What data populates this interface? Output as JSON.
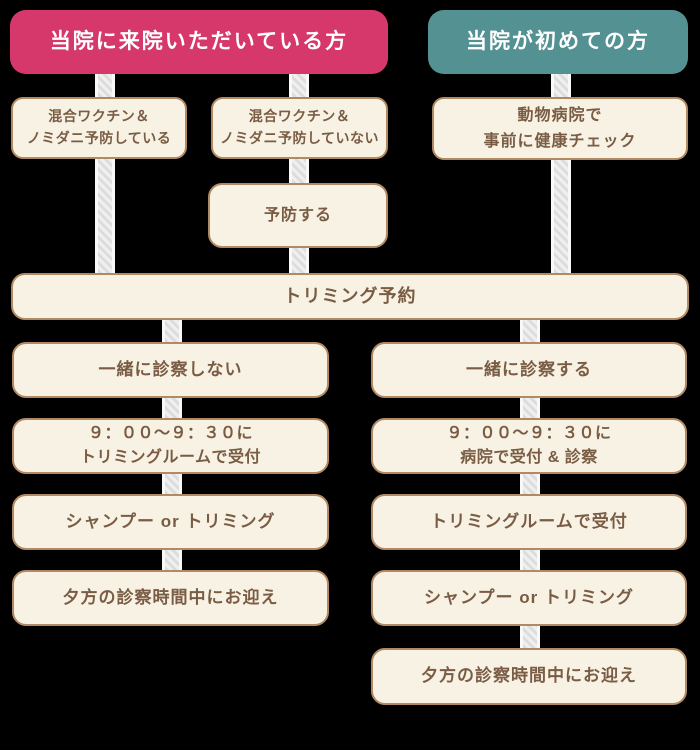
{
  "colors": {
    "background": "#000000",
    "returning_header_bg": "#d6386c",
    "first_time_header_bg": "#549192",
    "box_fill": "#f7f2e3",
    "box_border": "#b18a63",
    "box_text": "#7a5c45",
    "header_text": "#ffffff",
    "connector_base": "#efefef",
    "connector_stripe": "#dcdcdc"
  },
  "headers": {
    "returning": "当院に来院いただいている方",
    "first_time": "当院が初めての方"
  },
  "flow": {
    "vaccinated": "混合ワクチン＆\nノミダニ予防している",
    "not_vaccinated": "混合ワクチン＆\nノミダニ予防していない",
    "health_check": "動物病院で\n事前に健康チェック",
    "prevent": "予防する",
    "reserve": "トリミング予約",
    "no_joint_exam": "一緒に診察しない",
    "joint_exam": "一緒に診察する",
    "left_reception": "９：００～９：３０に\nトリミングルームで受付",
    "right_reception": "９：００～９：３０に\n病院で受付 & 診察",
    "left_grooming": "シャンプー or トリミング",
    "right_trimming_room": "トリミングルームで受付",
    "left_pickup": "夕方の診察時間中にお迎え",
    "right_grooming": "シャンプー or トリミング",
    "right_pickup": "夕方の診察時間中にお迎え"
  }
}
